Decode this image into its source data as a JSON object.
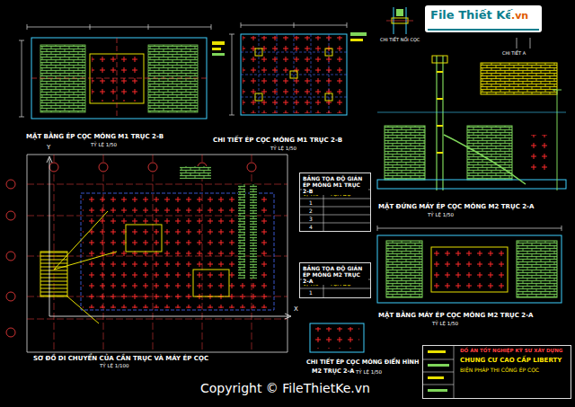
{
  "diagram": {
    "nodes": [
      {
        "text": [
          "BẢNG TỌA ĐỘ GIÁN ÉP MÓNG M1 TRỤC 2-B"
        ]
      },
      {
        "text": [
          "BẢNG TỌA ĐỘ GIÁN ÉP MÓNG M2 TRỤC 2-A"
        ]
      },
      {
        "text": [
          "ĐỒ ÁN TỐT NGHIỆP KỸ SƯ XÂY DỰNG",
          "CHUNG CƯ CAO CẤP LIBERTY",
          "BIỆN PHÁP THI CÔNG ÉP CỌC"
        ]
      }
    ],
    "labels": [
      "MẶT BẰNG ÉP CỌC MÓNG M1 TRỤC 2-B",
      "TỶ LỆ 1/50",
      "CHI TIẾT ÉP CỌC MÓNG M1 TRỤC 2-B",
      "TỶ LỆ 1/50",
      "CHI TIẾT NỐI CỌC",
      "CHI TIẾT A",
      "MẶT ĐỨNG MÁY ÉP CỌC MÓNG M2 TRỤC 2-A",
      "TỶ LỆ 1/50",
      "MẶT BẰNG MÁY ÉP CỌC MÓNG M2 TRỤC 2-A",
      "TỶ LỆ 1/50",
      "SƠ ĐỒ DI CHUYỂN CỦA CẦN TRỤC VÀ MÁY ÉP CỌC",
      "TỶ LỆ 1/100",
      "CHI TIẾT ÉP CỌC MÓNG ĐIỂN HÌNH",
      "M2 TRỤC 2-A",
      "TỶ LỆ 1/50",
      "X",
      "Y",
      "VỊ TRÍ",
      "TỌA ĐỘ",
      "1",
      "2",
      "3",
      "4",
      "VỊ TRÍ",
      "TỌA ĐỘ",
      "1",
      "File Thiết Kế",
      ".vn",
      "Copyright © FileThietKe.vn"
    ]
  }
}
